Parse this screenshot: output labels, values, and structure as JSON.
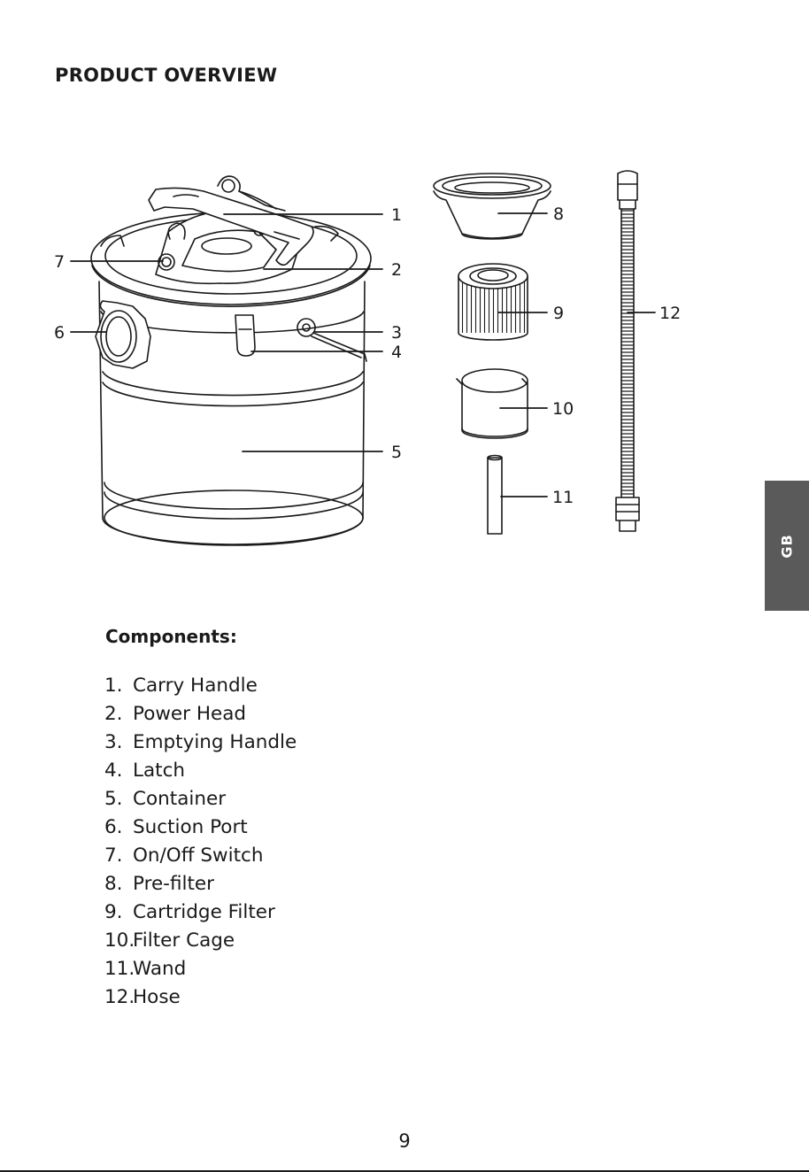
{
  "heading": "PRODUCT OVERVIEW",
  "callouts": [
    "1",
    "2",
    "3",
    "4",
    "5",
    "6",
    "7",
    "8",
    "9",
    "10",
    "11",
    "12"
  ],
  "components_title": "Components:",
  "components": [
    {
      "num": "1.",
      "label": "Carry Handle"
    },
    {
      "num": "2.",
      "label": "Power Head"
    },
    {
      "num": "3.",
      "label": "Emptying Handle"
    },
    {
      "num": "4.",
      "label": "Latch"
    },
    {
      "num": "5.",
      "label": "Container"
    },
    {
      "num": "6.",
      "label": "Suction Port"
    },
    {
      "num": "7.",
      "label": "On/Off Switch"
    },
    {
      "num": "8.",
      "label": "Pre-filter"
    },
    {
      "num": "9.",
      "label": "Cartridge Filter"
    },
    {
      "num": "10.",
      "label": "Filter Cage"
    },
    {
      "num": "11.",
      "label": "Wand"
    },
    {
      "num": "12.",
      "label": "Hose"
    }
  ],
  "side_tab": "GB",
  "page_number": "9",
  "colors": {
    "text": "#1a1a1a",
    "tab": "#5a5a5a",
    "tab_text": "#ffffff"
  }
}
